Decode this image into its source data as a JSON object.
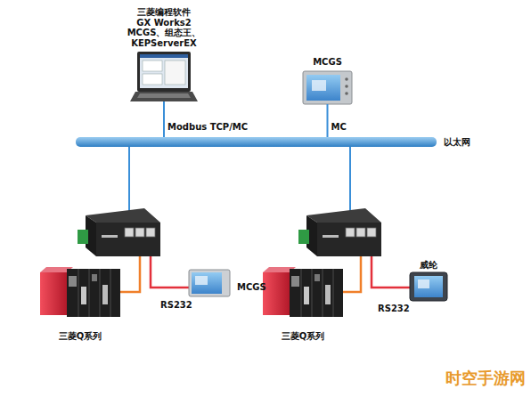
{
  "diagram": {
    "nodes": [
      {
        "text": [
          "三菱编程软件",
          "GX Works2",
          "MCGS、组态王、 KEPServerEX"
        ]
      },
      {
        "text": [
          "MCGS"
        ]
      },
      {
        "text": [
          "以太网"
        ]
      },
      {
        "text": [
          "三菱Q系列"
        ]
      },
      {
        "text": [
          "MCGS"
        ]
      },
      {
        "text": [
          "三菱Q系列"
        ]
      },
      {
        "text": [
          "威纶"
        ]
      }
    ],
    "edges": [
      {
        "from": 0,
        "to": 2,
        "arrow": "none",
        "label": "Modbus TCP/MC"
      },
      {
        "from": 1,
        "to": 2,
        "arrow": "none",
        "label": "MC"
      }
    ],
    "labels": [
      "RS232",
      "RS232",
      "时空手游网"
    ]
  }
}
